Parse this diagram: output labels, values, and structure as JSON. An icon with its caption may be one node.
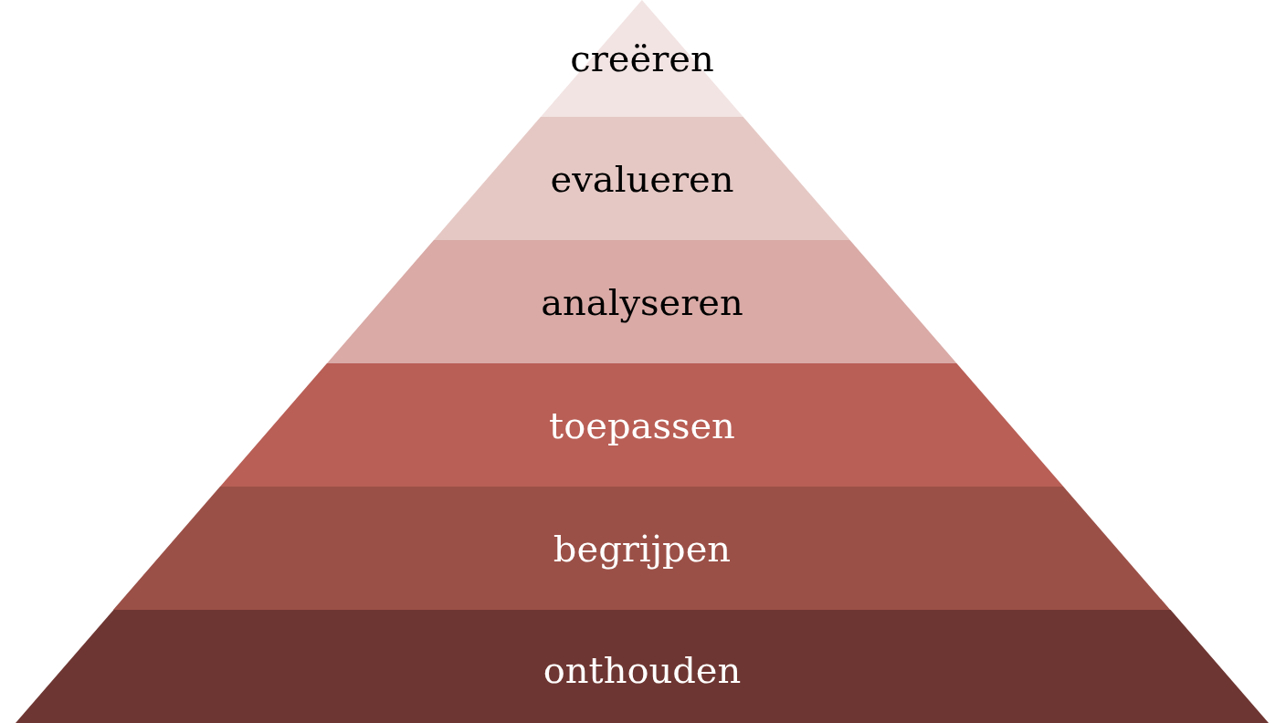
{
  "diagram": {
    "nodes": [
      {
        "text": [
          "creëren"
        ]
      },
      {
        "text": [
          "evalueren"
        ]
      },
      {
        "text": [
          "analyseren"
        ]
      },
      {
        "text": [
          "toepassen"
        ]
      },
      {
        "text": [
          "begrijpen"
        ]
      },
      {
        "text": [
          "onthouden"
        ]
      }
    ]
  }
}
